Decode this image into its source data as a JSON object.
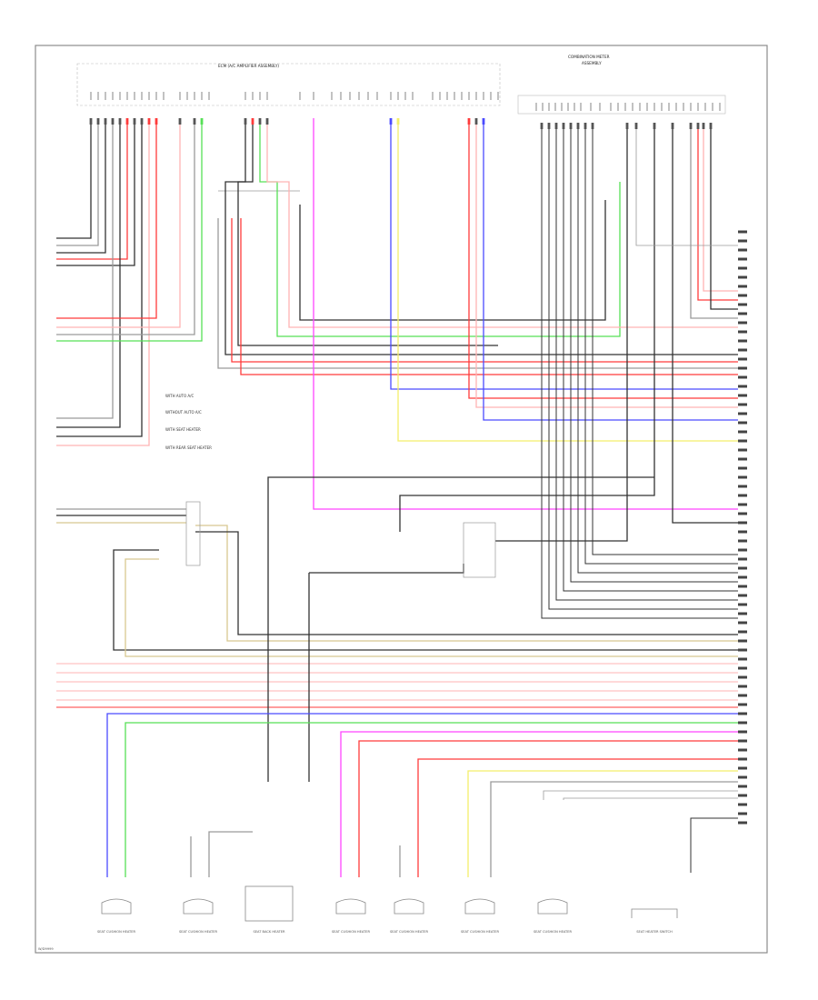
{
  "diagram": {
    "header_left": "ECM (A/C AMPLIFIER ASSEMBLY)",
    "header_right": [
      "COMBINATION METER",
      "ASSEMBLY"
    ],
    "legend": [
      "WITH AUTO A/C",
      "WITHOUT AUTO A/C",
      "WITH SEAT HEATER",
      "WITH REAR SEAT HEATER"
    ],
    "bottom_code": "W/D9999"
  },
  "components": [
    "SEAT CUSHION HEATER",
    "SEAT CUSHION HEATER",
    "SEAT BACK HEATER",
    "SEAT CUSHION HEATER",
    "SEAT CUSHION HEATER",
    "SEAT CUSHION HEATER",
    "SEAT CUSHION HEATER",
    "SEAT HEATER SWITCH"
  ],
  "colors": {
    "black": "#333333",
    "red": "#ff3b3b",
    "pink": "#ffb3b3",
    "green": "#56e056",
    "blue": "#4a4aff",
    "magenta": "#ff45ff",
    "yellow": "#f4ef6a",
    "tan": "#d8c890",
    "gray": "#9a9a9a",
    "frame": "#8c8c8c"
  }
}
